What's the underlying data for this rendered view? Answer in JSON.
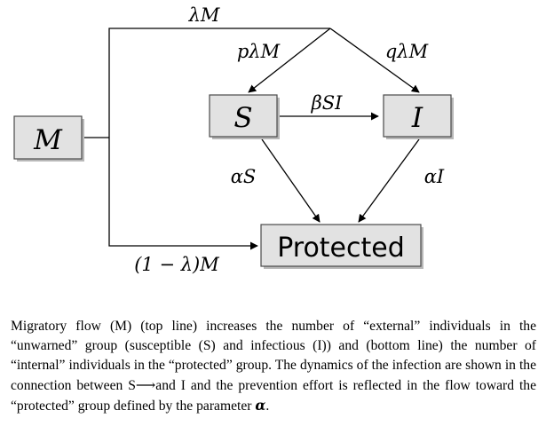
{
  "diagram": {
    "nodes": {
      "m": "M",
      "s": "S",
      "i": "I",
      "protected": "Protected"
    },
    "flows": {
      "top": "λM",
      "p_to_s": "pλM",
      "q_to_i": "qλM",
      "s_to_i": "βSI",
      "s_to_protected": "αS",
      "i_to_protected": "αI",
      "bottom": "(1 − λ)M"
    }
  },
  "caption": {
    "text": "Migratory flow (M) (top line) increases the number of “external” individuals in the “unwarned” group (susceptible (S) and infectious (I)) and (bottom line) the number of “internal” individuals in the “protected” group. The dynamics of the infection are shown in the connection between S⟶and I and the prevention effort is reflected in the flow toward the “protected” group defined by the parameter",
    "symbol": "α",
    "end": "."
  }
}
